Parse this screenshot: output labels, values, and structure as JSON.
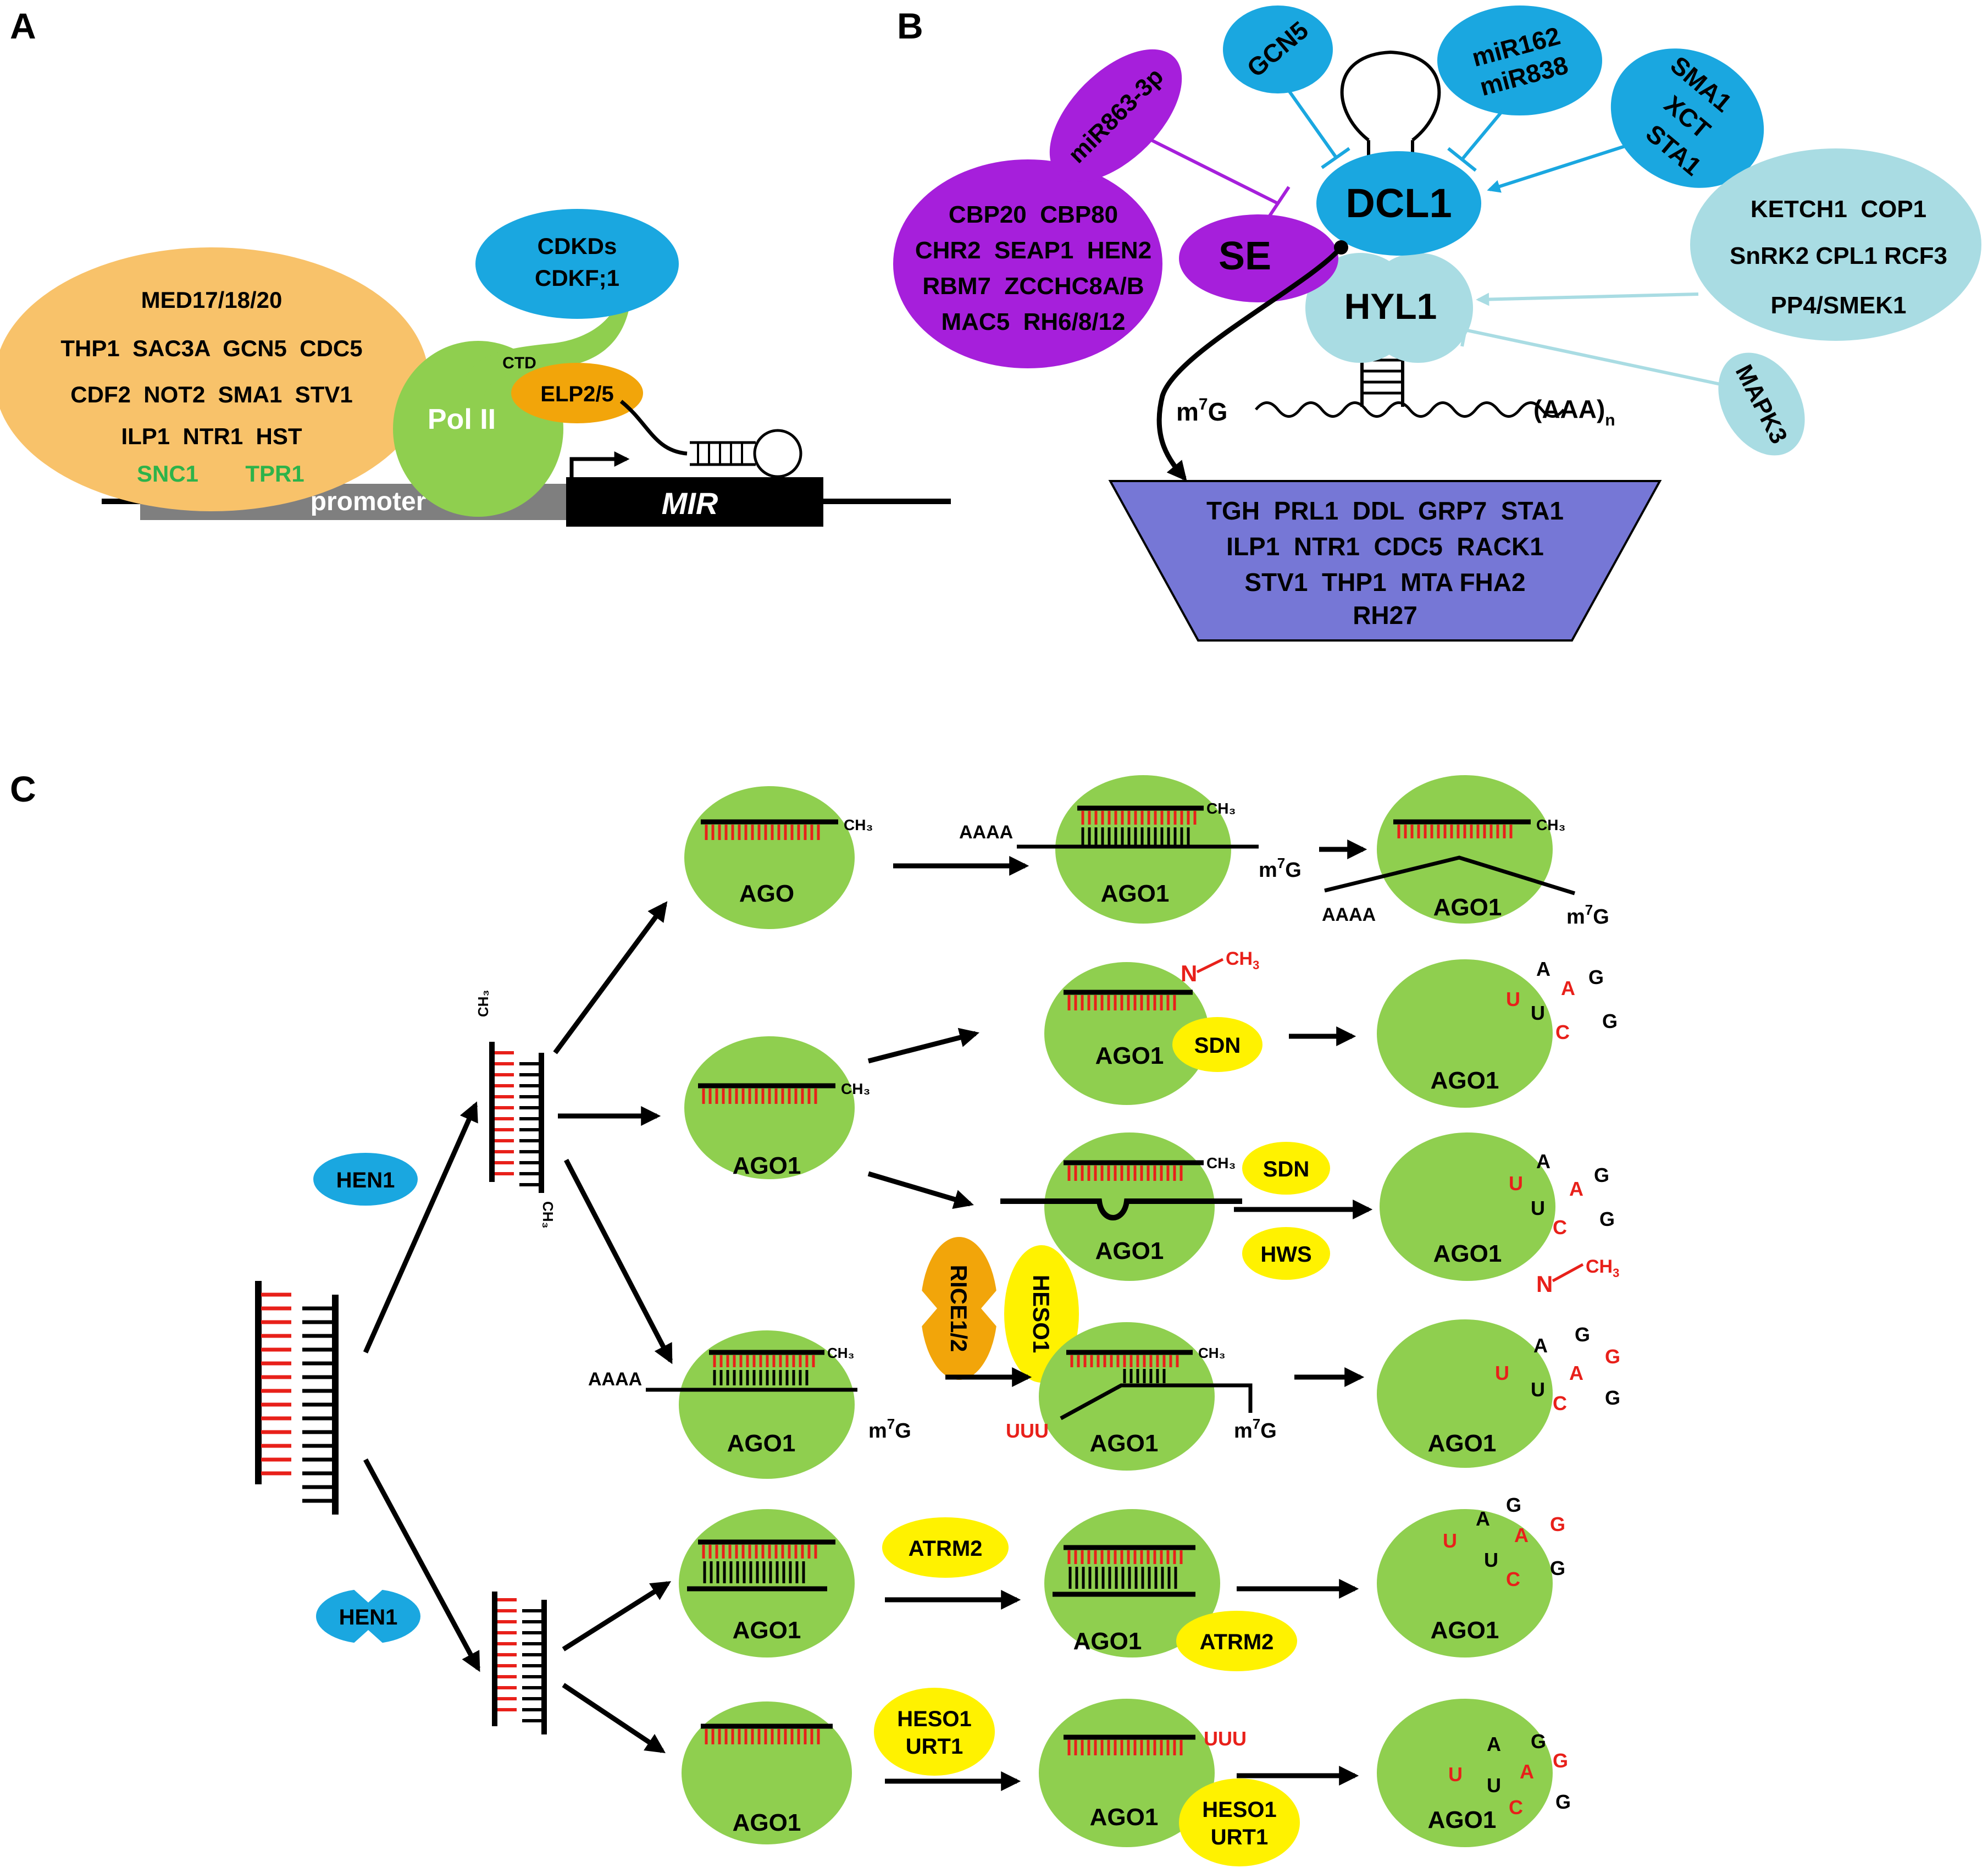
{
  "colors": {
    "orange": "#F8C26A",
    "green": "#8FCF4F",
    "blue": "#1AA7E0",
    "purple": "#A61FDB",
    "light_blue": "#A9DCE3",
    "violet": "#7677D6",
    "yellow": "#FFF200",
    "gold": "#F2A50A",
    "red": "#E8201A",
    "black": "#000000",
    "gray": "#7F7F7F",
    "text_green": "#2DB34A"
  },
  "panel_labels": {
    "a": "A",
    "b": "B",
    "c": "C"
  },
  "panel_a": {
    "mediator_lines": [
      "MED17/18/20",
      "THP1  SAC3A  GCN5  CDC5",
      "CDF2  NOT2  SMA1  STV1",
      "ILP1  NTR1  HST"
    ],
    "snc1": "SNC1",
    "tpr1": "TPR1",
    "cdk_lines": [
      "CDKDs",
      "CDKF;1"
    ],
    "ctd": "CTD",
    "pol2": "Pol II",
    "elp": "ELP2/5",
    "promoter": "promoter",
    "mir": "MIR"
  },
  "panel_b": {
    "mir863": "miR863-3p",
    "gcn5": "GCN5",
    "mir162_lines": [
      "miR162",
      "miR838"
    ],
    "sma1_lines": [
      "SMA1",
      "XCT",
      "STA1"
    ],
    "dcl1": "DCL1",
    "se": "SE",
    "hyl1": "HYL1",
    "se_partner_lines": [
      "CBP20  CBP80",
      "CHR2  SEAP1  HEN2",
      "RBM7  ZCCHC8A/B",
      "MAC5  RH6/8/12"
    ],
    "ketch_lines": [
      "KETCH1  COP1",
      "SnRK2 CPL1 RCF3",
      "PP4/SMEK1"
    ],
    "mapk3": "MAPK3",
    "m7g": "m",
    "m7g_sup": "7",
    "m7g_end": "G",
    "polya": "(AAA)",
    "polya_sub": "n",
    "trap_lines": [
      "TGH  PRL1  DDL  GRP7  STA1",
      "ILP1  NTR1  CDC5  RACK1",
      "STV1  THP1  MTA FHA2",
      "RH27"
    ]
  },
  "panel_c": {
    "hen1": "HEN1",
    "ago": "AGO",
    "ago1": "AGO1",
    "ch3": "CH₃",
    "ch3_plain": "CH",
    "ch3_sub": "3",
    "aaaa": "AAAA",
    "m7g": "m",
    "m7g_sup": "7",
    "m7g_end": "G",
    "sdn": "SDN",
    "hws": "HWS",
    "rice": "RICE1/2",
    "heso1": "HESO1",
    "atrm2": "ATRM2",
    "urt1": "URT1",
    "uuu": "UUU",
    "n": "N",
    "nuc_a": "A",
    "nuc_g": "G",
    "nuc_u": "U",
    "nuc_c": "C"
  }
}
